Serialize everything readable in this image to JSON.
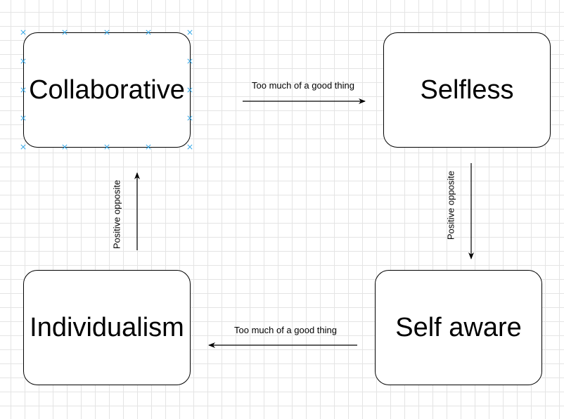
{
  "diagram": {
    "nodes": {
      "collaborative": "Collaborative",
      "selfless": "Selfless",
      "individualism": "Individualism",
      "self_aware": "Self aware"
    },
    "edges": {
      "collab_to_selfless": "Too much of a good thing",
      "selfless_to_aware": "Positive opposite",
      "aware_to_indiv": "Too much of a good thing",
      "indiv_to_collab": "Positive opposite"
    },
    "selected_node": "collaborative",
    "colors": {
      "stroke": "#000000",
      "node_fill": "#ffffff",
      "grid": "#e4e4e4",
      "selection_handle": "#29a3e6"
    }
  }
}
